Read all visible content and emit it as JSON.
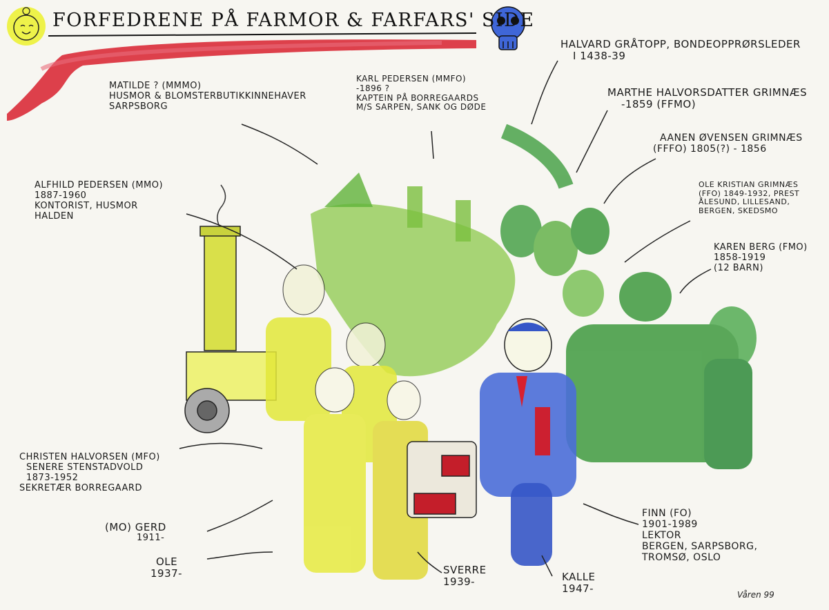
{
  "title": "Forfedrene på Farmor & Farfars' side",
  "signature": "Våren 99",
  "labels": {
    "halvard": {
      "line1": "Halvard Gråtopp, bondeopprørsleder",
      "line2": "i 1438-39"
    },
    "matilde": {
      "line1": "Matilde ? (MMMo)",
      "line2": "Husmor & blomsterbutikkinnehaver",
      "line3": "Sarpsborg"
    },
    "karl": {
      "line1": "Karl Pedersen (MMFo)",
      "line2": "-1896 ?",
      "line3": "Kaptein på Borregaards",
      "line4": "M/S Sarpen, sank og døde"
    },
    "marthe": {
      "line1": "Marthe Halvorsdatter Grimnæs",
      "line2": "-1859 (FFMo)"
    },
    "aanen": {
      "line1": "Aanen Øvensen Grimnæs",
      "line2": "(FFFo) 1805(?) - 1856"
    },
    "alfhild": {
      "line1": "Alfhild Pedersen (MMo)",
      "line2": "1887-1960",
      "line3": "Kontorist, husmor",
      "line4": "Halden"
    },
    "ole_kristian": {
      "line1": "Ole Kristian Grimnæs",
      "line2": "(FFo) 1849-1932, prest",
      "line3": "Ålesund, Lillesand,",
      "line4": "Bergen, Skedsmo"
    },
    "karen": {
      "line1": "Karen Berg (FMo)",
      "line2": "1858-1919",
      "line3": "(12 barn)"
    },
    "christen": {
      "line1": "Christen Halvorsen (MFo)",
      "line2": "senere Stenstadvold",
      "line3": "1873-1952",
      "line4": "Sekretær Borregaard"
    },
    "gerd": {
      "line1": "(Mo) Gerd",
      "line2": "1911-"
    },
    "ole": {
      "line1": "Ole",
      "line2": "1937-"
    },
    "sverre": {
      "line1": "Sverre",
      "line2": "1939-"
    },
    "kalle": {
      "line1": "Kalle",
      "line2": "1947-"
    },
    "finn": {
      "line1": "Finn (Fo)",
      "line2": "1901-1989",
      "line3": "Lektor",
      "line4": "Bergen, Sarpsborg,",
      "line5": "Tromsø, Oslo"
    }
  },
  "icons": [
    "baby-face-icon",
    "skull-icon"
  ],
  "colors": {
    "red": "#d8202e",
    "yellow": "#e8ea3a",
    "green": "#6fb23c",
    "darkgreen": "#2f8a3a",
    "blue": "#3557c7",
    "ink": "#1a1a1a"
  }
}
